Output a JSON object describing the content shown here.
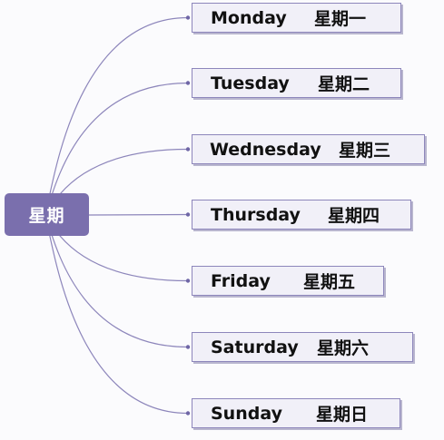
{
  "central_topic": "星期",
  "branches": [
    {
      "en": "Monday",
      "zh": "星期一"
    },
    {
      "en": "Tuesday",
      "zh": "星期二"
    },
    {
      "en": "Wednesday",
      "zh": "星期三"
    },
    {
      "en": "Thursday",
      "zh": "星期四"
    },
    {
      "en": "Friday",
      "zh": "星期五"
    },
    {
      "en": "Saturday",
      "zh": "星期六"
    },
    {
      "en": "Sunday",
      "zh": "星期日"
    }
  ],
  "colors": {
    "central_fill": "#7a6fad",
    "branch_fill": "#f1f0f8",
    "branch_border": "#8d86bb",
    "connector": "#8d86bb"
  }
}
